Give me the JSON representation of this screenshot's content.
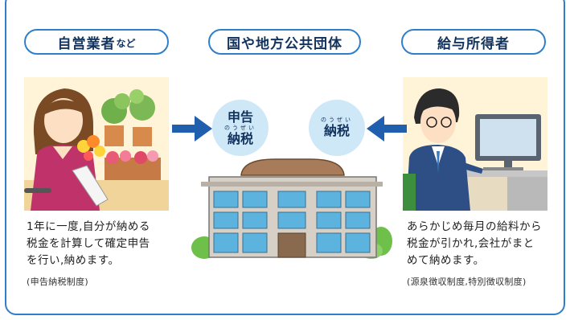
{
  "labels": {
    "self_employed": "自営業者",
    "self_employed_suffix": "など",
    "government": "国や地方公共団体",
    "salary_earner": "給与所得者"
  },
  "bubbles": {
    "left": {
      "line1": "申告",
      "ruby": "のうぜい",
      "line2": "納税"
    },
    "right": {
      "ruby": "のうぜい",
      "line1": "納税"
    }
  },
  "descriptions": {
    "left": {
      "line1": "1年に一度,自分が納める",
      "line2": "税金を計算して確定申告",
      "line3": "を行い,納めます。",
      "note": "(申告納税制度)"
    },
    "right": {
      "line1": "あらかじめ毎月の給料から",
      "line2": "税金が引かれ,会社がまと",
      "line3": "めて納めます。",
      "note": "(源泉徴収制度,特別徴収制度)"
    }
  },
  "colors": {
    "frame": "#2f7fc8",
    "arrow": "#1f5fae",
    "bubble": "#cfe8f8",
    "text": "#12335e"
  }
}
